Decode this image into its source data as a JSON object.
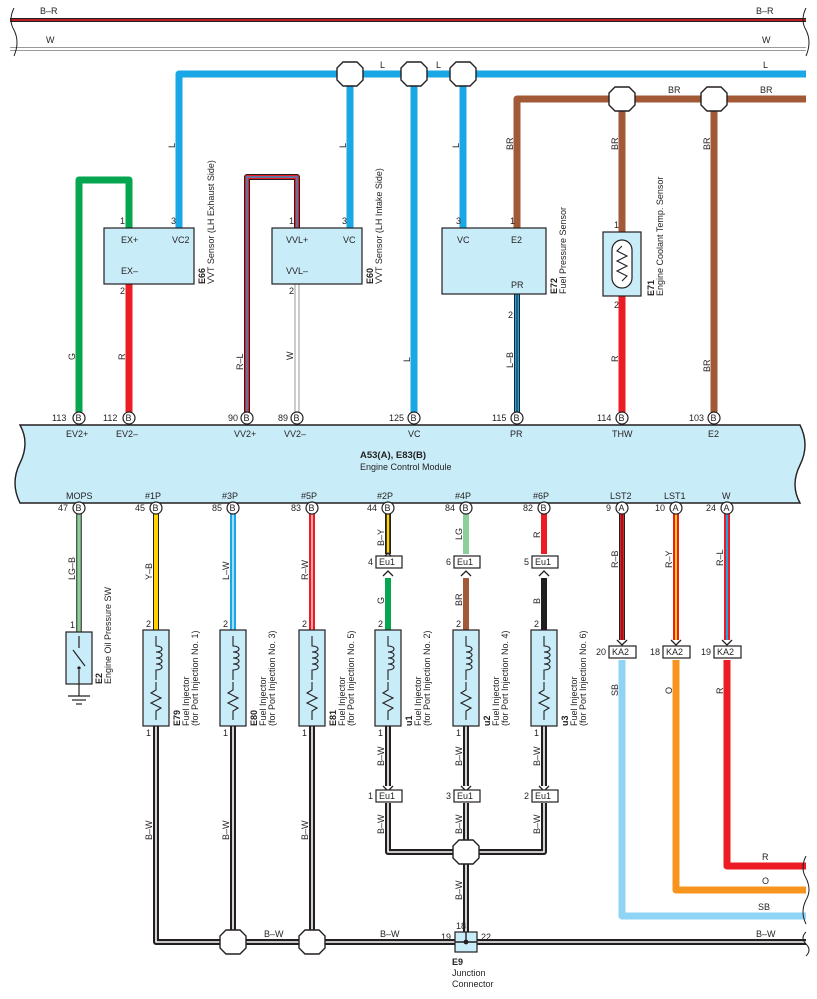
{
  "colors": {
    "L": "#1aa7e6",
    "BR": "#a15a35",
    "G": "#06a651",
    "R": "#ec1c24",
    "W": "#cfcfcf",
    "Y": "#ffd400",
    "O": "#f7941d",
    "SB": "#8fd4f5",
    "B": "#231f20",
    "LG": "#8ccf9a",
    "module": "#c9ecf9",
    "connector": "#c9ecf9"
  },
  "top_wires": {
    "b_r_left": "B–R",
    "b_r_right": "B–R",
    "w_left": "W",
    "w_right": "W"
  },
  "wire_labels": {
    "l_vc2": "L",
    "l_top1": "L",
    "l_top2": "L",
    "l_end": "L",
    "l_vc60": "L",
    "l_vc72": "L",
    "br_e2_72": "BR",
    "br_top1": "BR",
    "br_top2": "BR",
    "br_thw": "BR",
    "br_e2": "BR",
    "g_ev2": "G",
    "r_ev2": "R",
    "rl_vv2": "R–L",
    "w_vv2": "W",
    "l_vc_ecm": "L",
    "lb_pr": "L–B",
    "r_thw": "R",
    "br_e2_low": "BR",
    "lgb_mops": "LG–B",
    "yb_1p": "Y–B",
    "lw_3p": "L–W",
    "rw_5p": "R–W",
    "by_2p": "B–Y",
    "lg_4p": "LG",
    "r_6p": "R",
    "rb_lst2": "R–B",
    "ry_lst1": "R–Y",
    "rl_w": "R–L",
    "g_u1": "G",
    "br_u2": "BR",
    "b_u3": "B",
    "sb_ka2": "SB",
    "o_ka2": "O",
    "r_ka2": "R",
    "bw_e79": "B–W",
    "bw_e80": "B–W",
    "bw_e81": "B–W",
    "bw_u1a": "B–W",
    "bw_u2a": "B–W",
    "bw_u3a": "B–W",
    "bw_u1b": "B–W",
    "bw_u2b": "B–W",
    "bw_u3b": "B–W",
    "bw_jc": "B–W",
    "bw_bot1": "B–W",
    "bw_bot2": "B–W",
    "bw_bot3": "B–W",
    "r_right": "R",
    "o_right": "O",
    "sb_right": "SB"
  },
  "sensors": {
    "e66": {
      "ref": "E66",
      "name": "VVT Sensor (LH Exhaust Side)",
      "pin_plus": "EX+",
      "pin_vc": "VC2",
      "pin_minus": "EX–",
      "num_plus": "1",
      "num_vc": "3",
      "num_minus": "2"
    },
    "e60": {
      "ref": "E60",
      "name": "VVT Sensor (LH Intake Side)",
      "pin_plus": "VVL+",
      "pin_vc": "VC",
      "pin_minus": "VVL–",
      "num_plus": "1",
      "num_vc": "3",
      "num_minus": "2"
    },
    "e72": {
      "ref": "E72",
      "name": "Fuel Pressure Sensor",
      "pin_vc": "VC",
      "pin_e2": "E2",
      "pin_pr": "PR",
      "num_vc": "3",
      "num_e2": "1",
      "num_pr": "2"
    },
    "e71": {
      "ref": "E71",
      "name": "Engine Coolant Temp.  Sensor",
      "num_top": "1",
      "num_bot": "2"
    }
  },
  "ecm": {
    "title": "A53(A), E83(B)",
    "subtitle": "Engine Control Module",
    "top_pins": [
      {
        "num": "113",
        "conn": "B",
        "label": "EV2+"
      },
      {
        "num": "112",
        "conn": "B",
        "label": "EV2–"
      },
      {
        "num": "90",
        "conn": "B",
        "label": "VV2+"
      },
      {
        "num": "89",
        "conn": "B",
        "label": "VV2–"
      },
      {
        "num": "125",
        "conn": "B",
        "label": "VC"
      },
      {
        "num": "115",
        "conn": "B",
        "label": "PR"
      },
      {
        "num": "114",
        "conn": "B",
        "label": "THW"
      },
      {
        "num": "103",
        "conn": "B",
        "label": "E2"
      }
    ],
    "bottom_pins": [
      {
        "num": "47",
        "conn": "B",
        "label": "MOPS"
      },
      {
        "num": "45",
        "conn": "B",
        "label": "#1P"
      },
      {
        "num": "85",
        "conn": "B",
        "label": "#3P"
      },
      {
        "num": "83",
        "conn": "B",
        "label": "#5P"
      },
      {
        "num": "44",
        "conn": "B",
        "label": "#2P"
      },
      {
        "num": "84",
        "conn": "B",
        "label": "#4P"
      },
      {
        "num": "82",
        "conn": "B",
        "label": "#6P"
      },
      {
        "num": "9",
        "conn": "A",
        "label": "LST2"
      },
      {
        "num": "10",
        "conn": "A",
        "label": "LST1"
      },
      {
        "num": "24",
        "conn": "A",
        "label": "W"
      }
    ]
  },
  "connectors": {
    "eu1_name": "Eu1",
    "eu1_top_pins": [
      "4",
      "6",
      "5"
    ],
    "eu1_bot_pins": [
      "1",
      "3",
      "2"
    ],
    "ka2_name": "KA2",
    "ka2_pins": [
      "20",
      "18",
      "19"
    ]
  },
  "mops_switch": {
    "ref": "E2",
    "name": "Engine Oil Pressure SW",
    "pin": "1"
  },
  "injectors": [
    {
      "ref": "E79",
      "name": "Fuel Injector",
      "sub": "(for Port Injection No. 1)",
      "top": "2",
      "bot": "1"
    },
    {
      "ref": "E80",
      "name": "Fuel Injector",
      "sub": "(for Port Injection No. 3)",
      "top": "2",
      "bot": "1"
    },
    {
      "ref": "E81",
      "name": "Fuel Injector",
      "sub": "(for Port Injection No. 5)",
      "top": "2",
      "bot": "1"
    },
    {
      "ref": "u1",
      "name": "Fuel Injector",
      "sub": "(for Port Injection No. 2)",
      "top": "2",
      "bot": "1"
    },
    {
      "ref": "u2",
      "name": "Fuel Injector",
      "sub": "(for Port Injection No. 4)",
      "top": "2",
      "bot": "1"
    },
    {
      "ref": "u3",
      "name": "Fuel Injector",
      "sub": "(for Port Injection No. 6)",
      "top": "2",
      "bot": "1"
    }
  ],
  "junction": {
    "ref": "E9",
    "name_line1": "Junction",
    "name_line2": "Connector",
    "pin_top": "18",
    "pin_left": "19",
    "pin_right": "22"
  }
}
